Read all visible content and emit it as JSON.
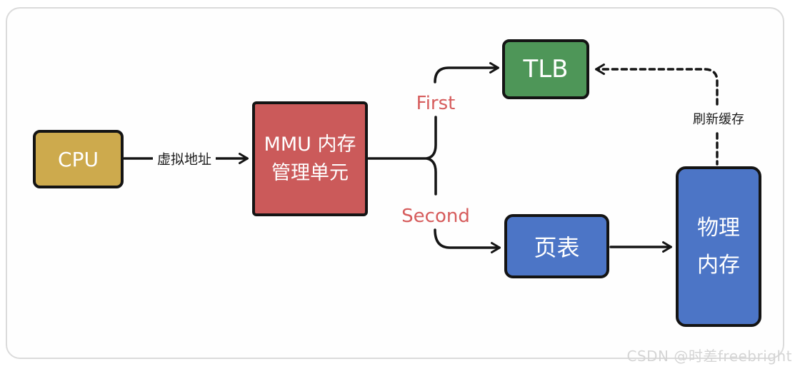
{
  "diagram": {
    "nodes": {
      "cpu": {
        "label": "CPU",
        "color": "#cdaa4d"
      },
      "mmu": {
        "line1": "MMU 内存",
        "line2": "管理单元",
        "color": "#cb5a5a"
      },
      "tlb": {
        "label": "TLB",
        "color": "#4e9658"
      },
      "page_table": {
        "label": "页表",
        "color": "#4c75c6"
      },
      "physical_memory": {
        "line1": "物理",
        "line2": "内存",
        "color": "#4c75c6"
      }
    },
    "edge_labels": {
      "virtual_address": "虚拟地址",
      "first": "First",
      "second": "Second",
      "refresh_cache": "刷新缓存"
    },
    "accent_label_color": "#d65c5c",
    "line_color": "#151515"
  },
  "watermark": {
    "text": "CSDN @时差freebright",
    "color": "#d5d5d5"
  }
}
